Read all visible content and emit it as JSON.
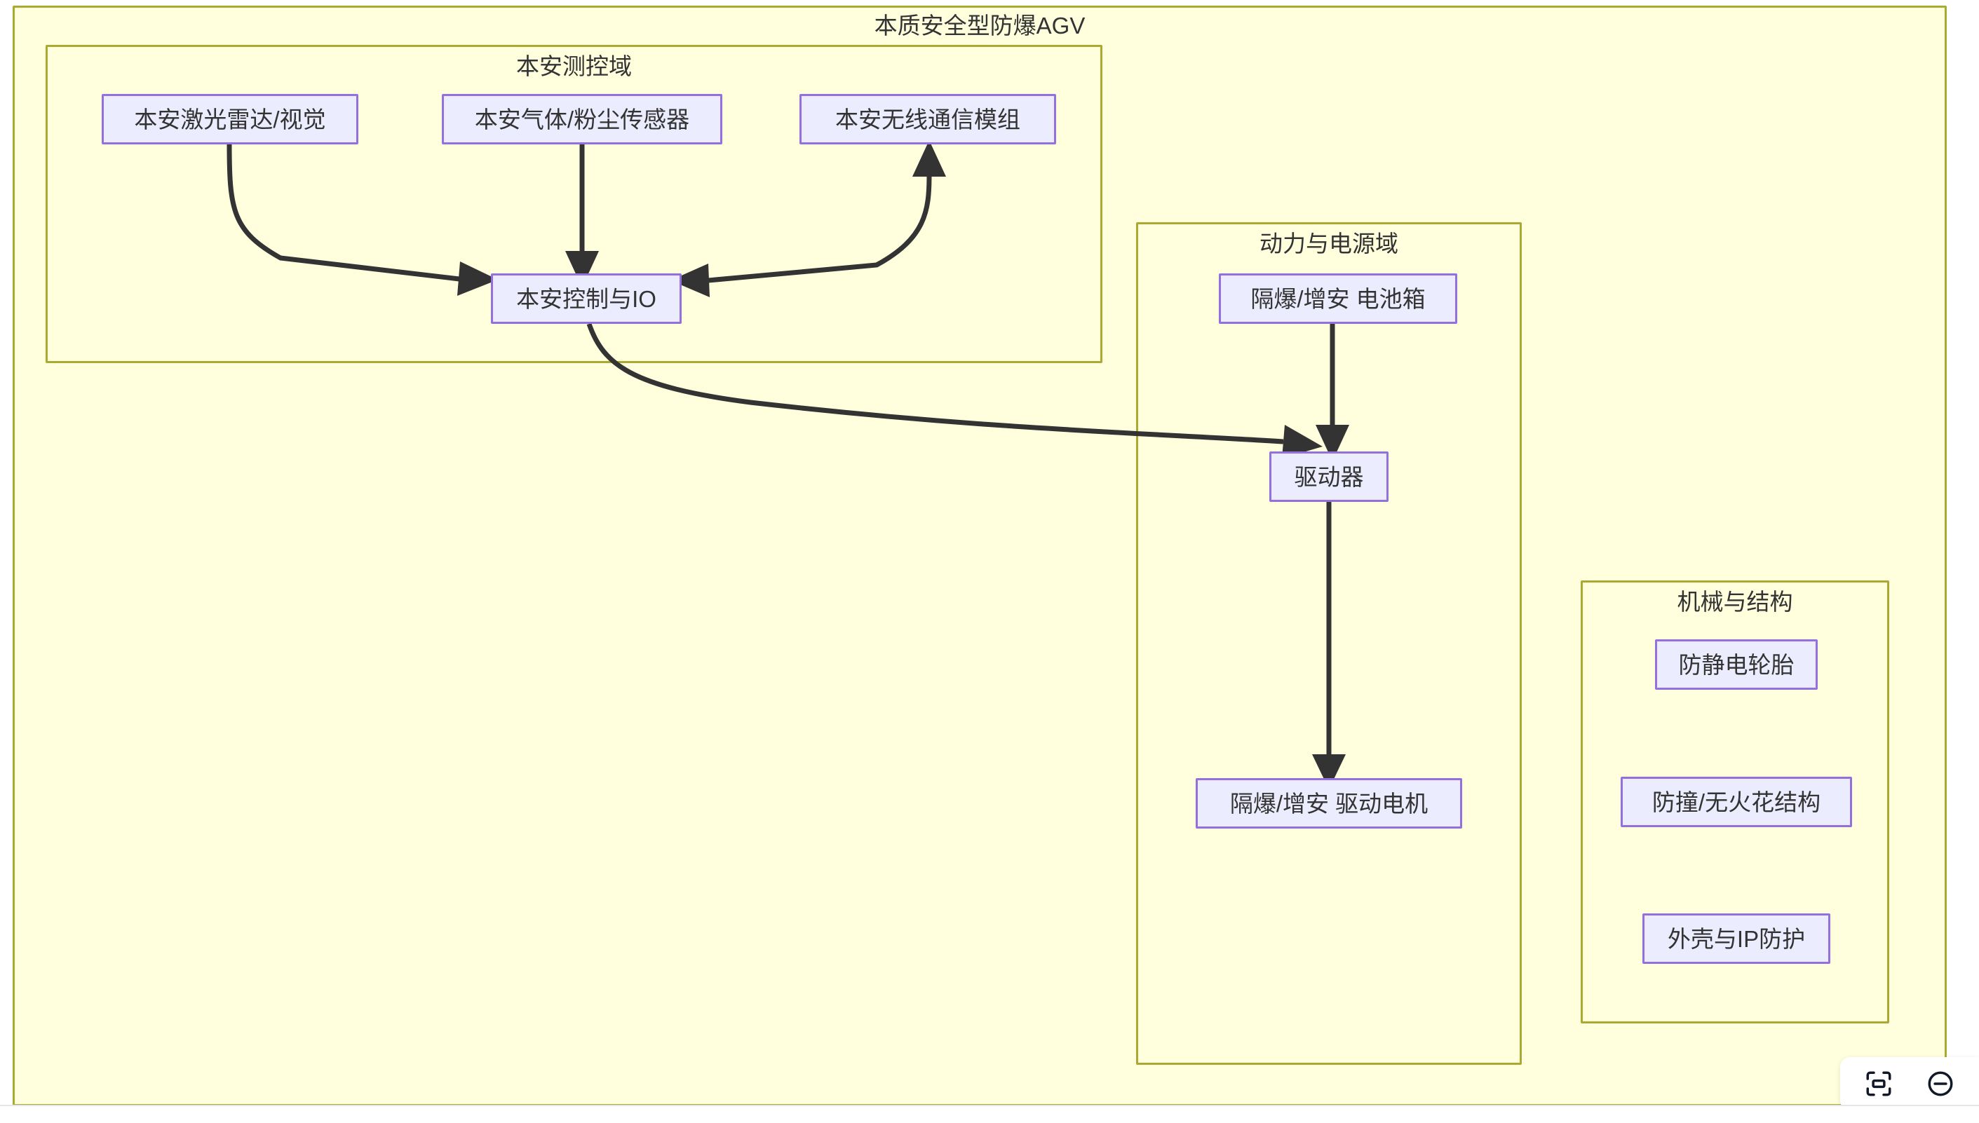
{
  "diagram": {
    "type": "flowchart",
    "outer": {
      "title": "本质安全型防爆AGV",
      "fill": "#ffffde",
      "stroke": "#aaaa33"
    },
    "node_style": {
      "fill": "#ececff",
      "stroke": "#9370db",
      "text": "#333333"
    },
    "edge_style": {
      "stroke": "#333333"
    },
    "clusters": [
      {
        "id": "sensing",
        "title": "本安测控域",
        "nodes": [
          {
            "id": "lidar",
            "label": "本安激光雷达/视觉"
          },
          {
            "id": "gas",
            "label": "本安气体/粉尘传感器"
          },
          {
            "id": "wireless",
            "label": "本安无线通信模组"
          },
          {
            "id": "ctrl",
            "label": "本安控制与IO"
          }
        ]
      },
      {
        "id": "power",
        "title": "动力与电源域",
        "nodes": [
          {
            "id": "battery",
            "label": "隔爆/增安 电池箱"
          },
          {
            "id": "driver",
            "label": "驱动器"
          },
          {
            "id": "motor",
            "label": "隔爆/增安 驱动电机"
          }
        ]
      },
      {
        "id": "mechanical",
        "title": "机械与结构",
        "nodes": [
          {
            "id": "tire",
            "label": "防静电轮胎"
          },
          {
            "id": "bumper",
            "label": "防撞/无火花结构"
          },
          {
            "id": "shell",
            "label": "外壳与IP防护"
          }
        ]
      }
    ],
    "edges": [
      {
        "from": "lidar",
        "to": "ctrl",
        "label": ""
      },
      {
        "from": "gas",
        "to": "ctrl",
        "label": ""
      },
      {
        "from": "wireless",
        "to": "ctrl",
        "label": ""
      },
      {
        "from": "ctrl",
        "to": "driver",
        "label": ""
      },
      {
        "from": "battery",
        "to": "driver",
        "label": ""
      },
      {
        "from": "driver",
        "to": "motor",
        "label": ""
      }
    ]
  },
  "toolbar": {
    "fit_icon": "fit-to-screen-icon",
    "zoom_out_icon": "zoom-out-icon"
  }
}
